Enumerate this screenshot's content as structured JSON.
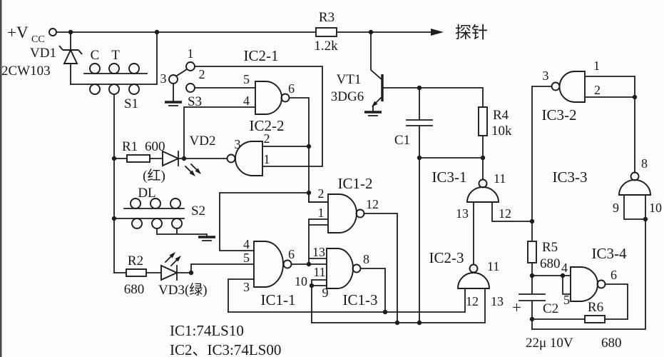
{
  "colors": {
    "ink": "#1d1d1d",
    "background": "#fcfcfb"
  },
  "power": {
    "label": "+V",
    "sub": "CC"
  },
  "probe": {
    "label": "探针"
  },
  "vd1": {
    "ref": "VD1",
    "value": "2CW103"
  },
  "s1": {
    "label": "S1",
    "c": "C",
    "t": "T"
  },
  "s2": {
    "label": "S2",
    "dl": "DL"
  },
  "s3": {
    "label": "S3",
    "p1": "1",
    "p2": "2",
    "p3": "3"
  },
  "r1": {
    "ref": "R1",
    "value": "600"
  },
  "r2": {
    "ref": "R2",
    "value": "680"
  },
  "r3": {
    "ref": "R3",
    "value": "1.2k"
  },
  "r4": {
    "ref": "R4",
    "value": "10k"
  },
  "r5": {
    "ref": "R5",
    "value": "680"
  },
  "r6": {
    "ref": "R6",
    "value": "680"
  },
  "c1": {
    "ref": "C1"
  },
  "c2": {
    "ref": "C2",
    "plus": "+",
    "value": "22μ 10V"
  },
  "vd2": {
    "ref": "VD2",
    "color": "(红)"
  },
  "vd3": {
    "ref": "VD3(绿)"
  },
  "vt1": {
    "ref": "VT1",
    "value": "3DG6"
  },
  "ic2_1": {
    "label": "IC2-1",
    "pin5": "5",
    "pin4": "4",
    "pin6": "6"
  },
  "ic2_2": {
    "label": "IC2-2",
    "pin2": "2",
    "pin1": "1",
    "pin3": "3"
  },
  "ic2_3": {
    "label": "IC2-3",
    "pin11": "11",
    "pin12": "12",
    "pin13": "13"
  },
  "ic1_1": {
    "label": "IC1-1",
    "pin4": "4",
    "pin5": "5",
    "pin3": "3",
    "pin6": "6"
  },
  "ic1_2": {
    "label": "IC1-2",
    "pin2": "2",
    "pin1": "1",
    "pin12": "12"
  },
  "ic1_3": {
    "label": "IC1-3",
    "pin13": "13",
    "pin11": "11",
    "pin10": "10",
    "pin9": "9",
    "pin8": "8"
  },
  "ic3_1": {
    "label": "IC3-1",
    "pin11": "11",
    "pin13": "13",
    "pin12": "12"
  },
  "ic3_2": {
    "label": "IC3-2",
    "pin3": "3",
    "pin1": "1",
    "pin2": "2"
  },
  "ic3_3": {
    "label": "IC3-3",
    "pin8": "8",
    "pin9": "9",
    "pin10": "10"
  },
  "ic3_4": {
    "label": "IC3-4",
    "pin4": "4",
    "pin5": "5",
    "pin6": "6"
  },
  "notes": {
    "line1": "IC1:74LS10",
    "line2": "IC2、IC3:74LS00"
  }
}
